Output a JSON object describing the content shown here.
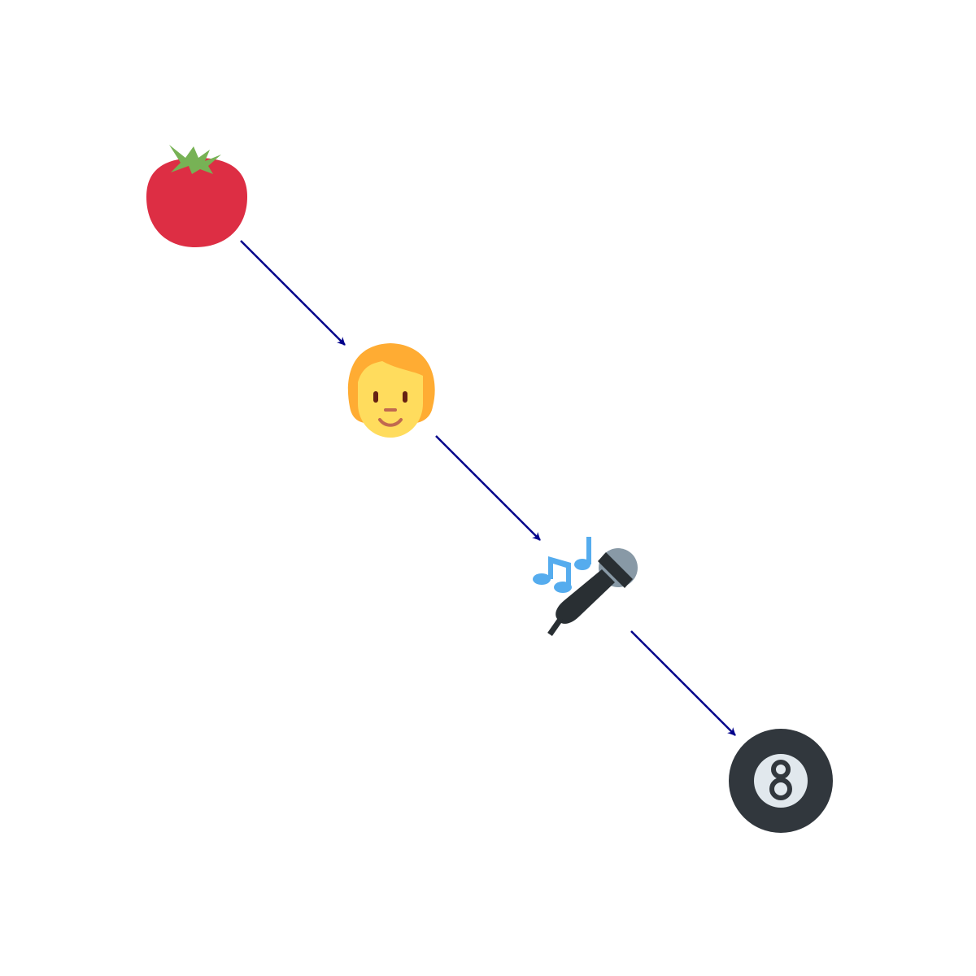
{
  "diagram": {
    "nodes": [
      {
        "id": "tomato",
        "icon": "tomato-icon"
      },
      {
        "id": "person",
        "icon": "person-icon"
      },
      {
        "id": "karaoke",
        "icon": "microphone-music-notes-icon"
      },
      {
        "id": "eight-ball",
        "icon": "pool-8-ball-icon"
      }
    ],
    "edges": [
      {
        "from": "tomato",
        "to": "person"
      },
      {
        "from": "person",
        "to": "karaoke"
      },
      {
        "from": "karaoke",
        "to": "eight-ball"
      }
    ],
    "colors": {
      "edge": "#00008b",
      "tomato": "#dd2e44",
      "tomato_leaf": "#77b255",
      "hair": "#ffac33",
      "skin": "#ffdc5d",
      "music_note": "#55acee",
      "mic_head": "#8899a6",
      "mic_body": "#292f33",
      "ball": "#31373d",
      "ball_circle": "#e1e8ed"
    }
  }
}
